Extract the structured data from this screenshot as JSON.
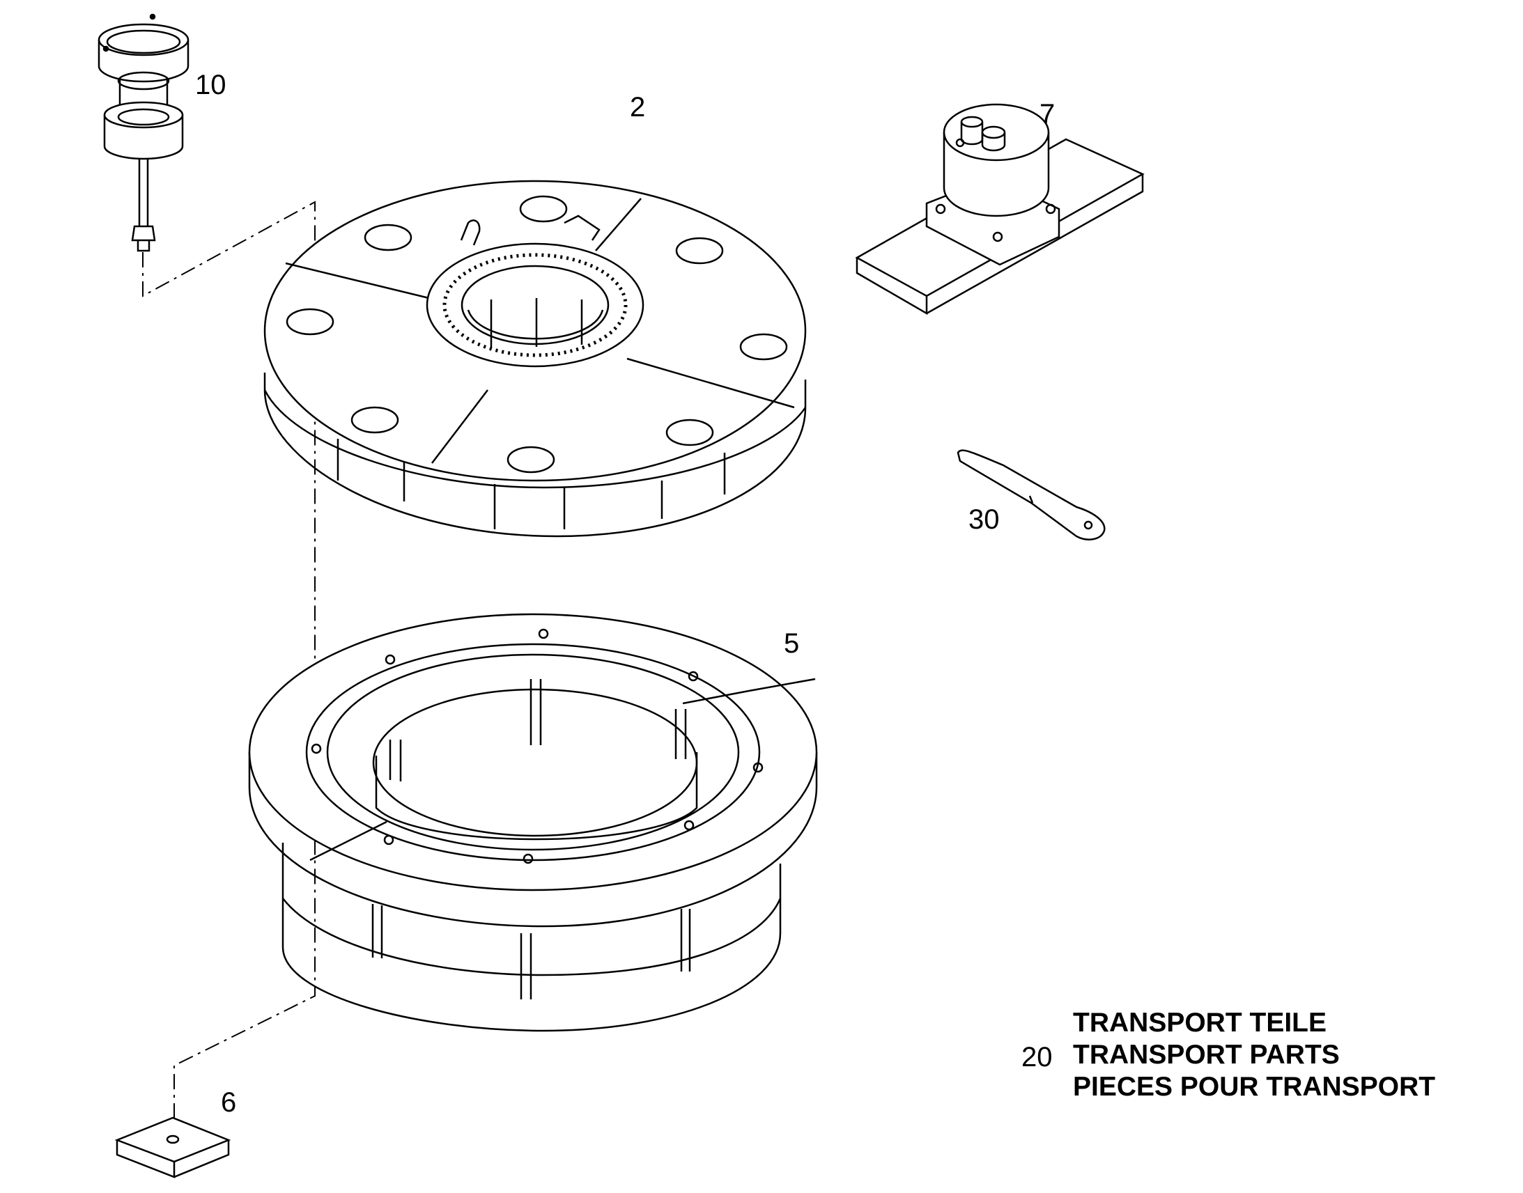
{
  "callouts": {
    "part_10": "10",
    "part_2": "2",
    "part_7": "7",
    "part_30": "30",
    "part_5": "5",
    "part_6": "6"
  },
  "legend": {
    "number": "20",
    "lines": [
      "TRANSPORT TEILE",
      "TRANSPORT PARTS",
      "PIECES POUR TRANSPORT"
    ]
  },
  "colors": {
    "line": "#000000",
    "background": "#ffffff"
  }
}
